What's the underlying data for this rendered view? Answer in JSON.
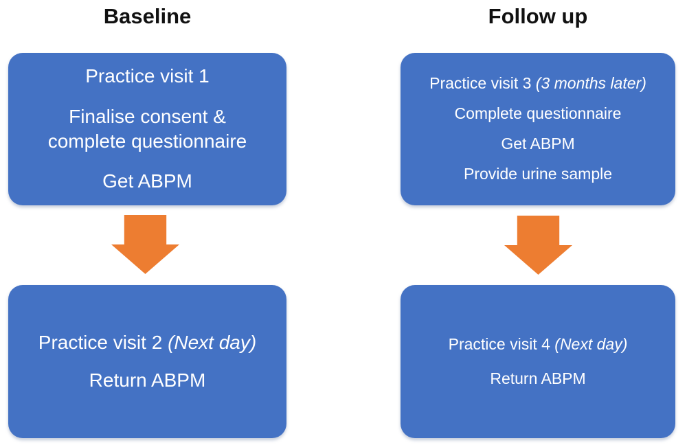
{
  "colors": {
    "box_blue": "#4472C4",
    "arrow_orange": "#ED7D31",
    "text_white": "#FFFFFF",
    "title_black": "#111111",
    "page_background": "#FFFFFF"
  },
  "baseline": {
    "title": "Baseline",
    "visit1": {
      "line1": "Practice visit 1",
      "line2": "Finalise consent & complete questionnaire",
      "line3": "Get ABPM"
    },
    "visit2": {
      "line1_main": "Practice visit 2",
      "line1_note": "(Next day)",
      "line2": "Return ABPM"
    }
  },
  "followup": {
    "title": "Follow up",
    "visit3": {
      "line1_main": "Practice visit 3",
      "line1_note": "(3 months later)",
      "line2": "Complete questionnaire",
      "line3": "Get ABPM",
      "line4": "Provide urine sample"
    },
    "visit4": {
      "line1_main": "Practice visit 4",
      "line1_note": "(Next day)",
      "line2": "Return ABPM"
    }
  }
}
